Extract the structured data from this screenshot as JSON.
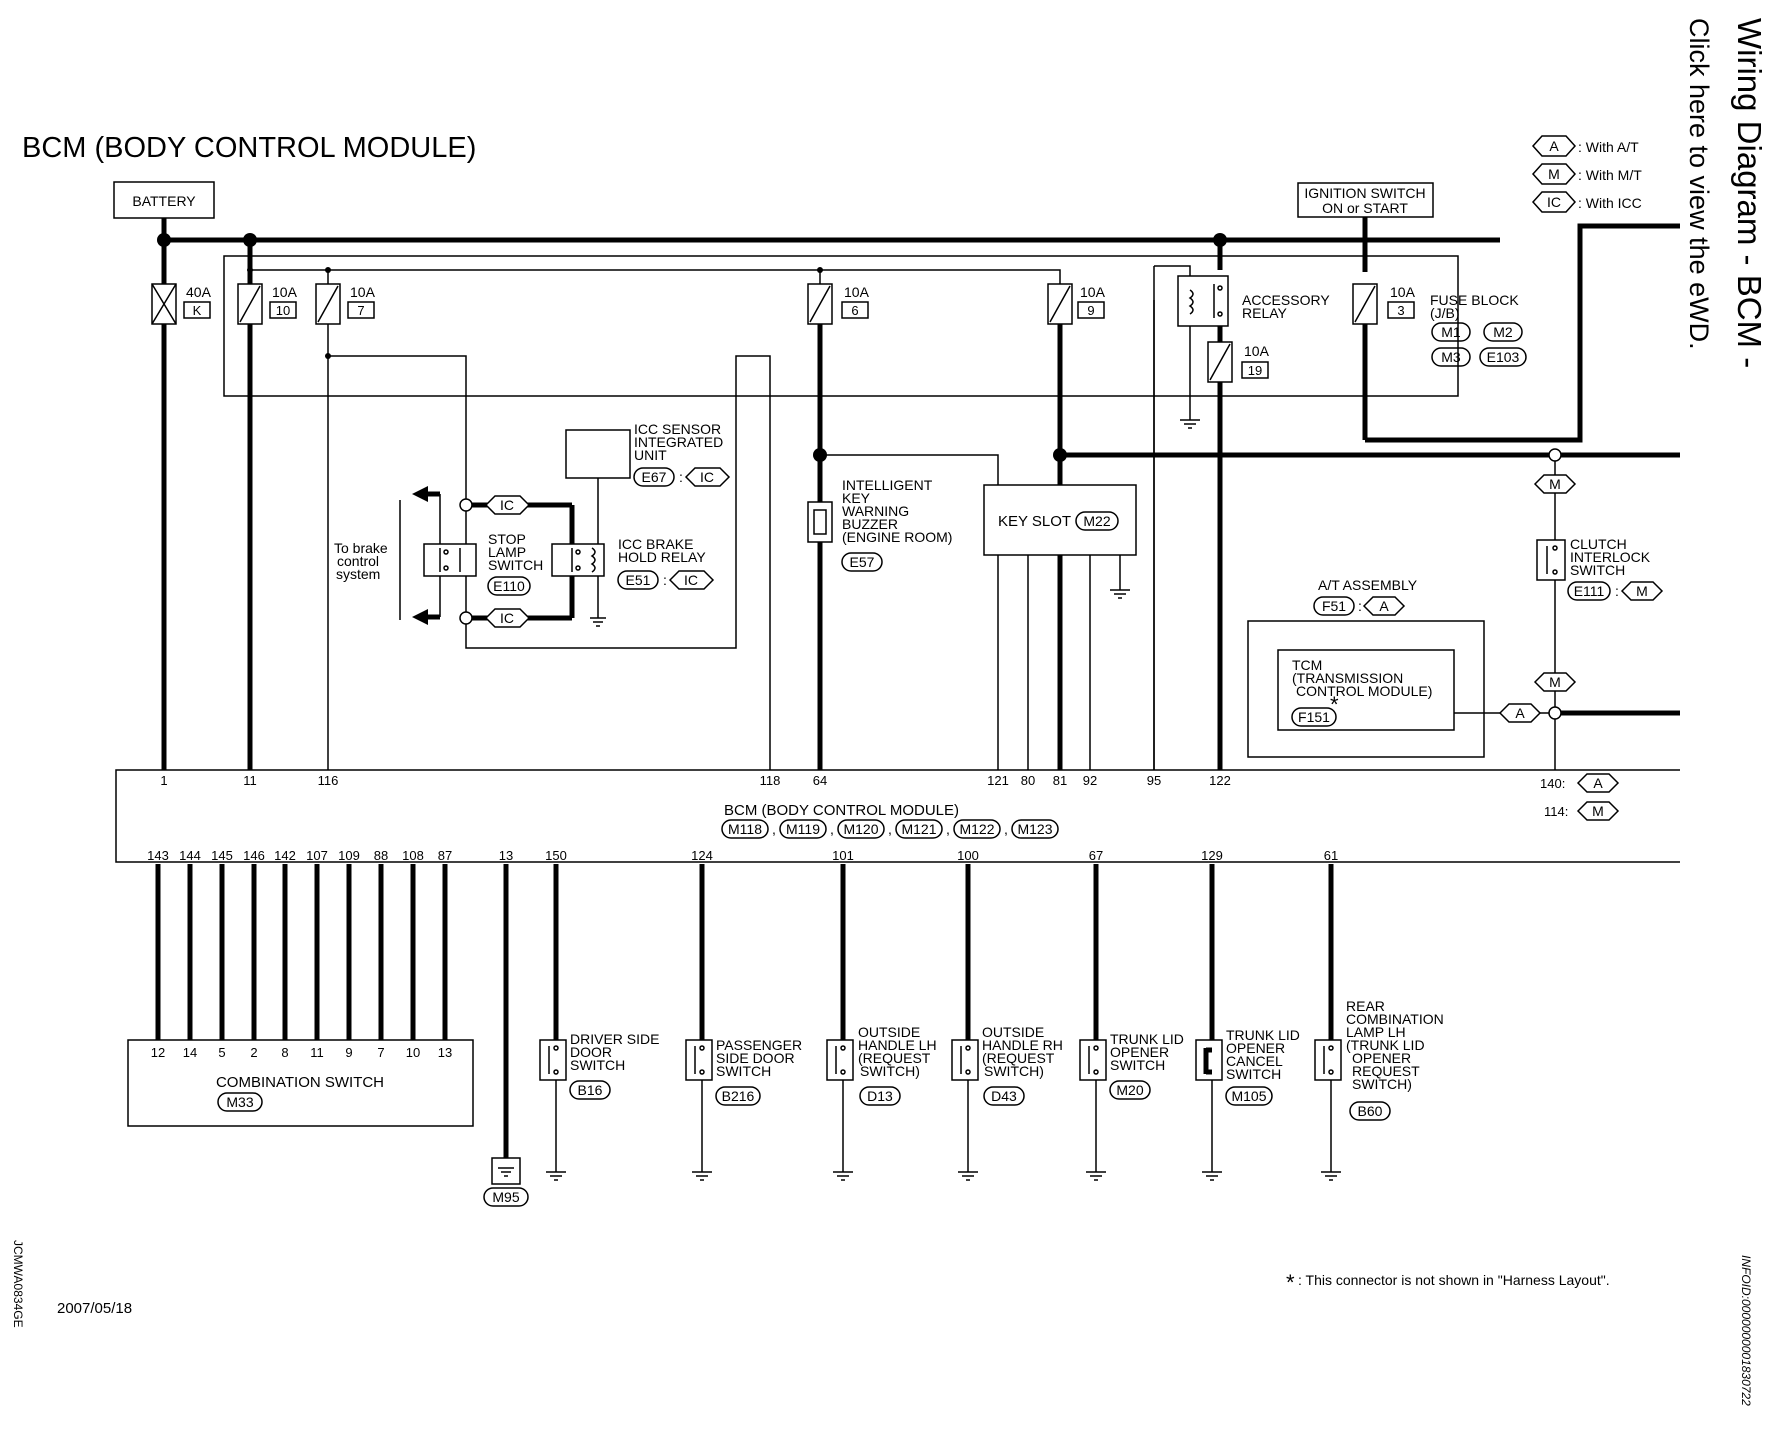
{
  "header": {
    "title": "BCM (BODY CONTROL MODULE)",
    "side_title": "Wiring Diagram - BCM -",
    "side_link": "Click here to view the eWD.",
    "infoid": "INFOID:0000000001830722",
    "left_code": "JCMWA0834GE",
    "date": "2007/05/18"
  },
  "legend": [
    {
      "tag": "A",
      "text": ": With A/T"
    },
    {
      "tag": "M",
      "text": ": With M/T"
    },
    {
      "tag": "IC",
      "text": ": With ICC"
    }
  ],
  "power": {
    "battery": "BATTERY",
    "ignition": [
      "IGNITION SWITCH",
      "ON or START"
    ]
  },
  "fuses": [
    {
      "amp": "40A",
      "id": "K"
    },
    {
      "amp": "10A",
      "id": "10"
    },
    {
      "amp": "10A",
      "id": "7"
    },
    {
      "amp": "10A",
      "id": "6"
    },
    {
      "amp": "10A",
      "id": "9"
    },
    {
      "amp": "10A",
      "id": "19"
    },
    {
      "amp": "10A",
      "id": "3"
    }
  ],
  "fuse_block": {
    "label": [
      "FUSE BLOCK",
      "(J/B)"
    ],
    "connectors": [
      "M1",
      "M2",
      "M3",
      "E103"
    ],
    "relay": [
      "ACCESSORY",
      "RELAY"
    ]
  },
  "components": {
    "icc_sensor": {
      "lines": [
        "ICC SENSOR",
        "INTEGRATED",
        "UNIT"
      ],
      "conn": "E67",
      "tag": "IC"
    },
    "stop_lamp": {
      "lines": [
        "STOP",
        "LAMP",
        "SWITCH"
      ],
      "conn": "E110",
      "tags": [
        "IC",
        "IC"
      ]
    },
    "icc_brake": {
      "lines": [
        "ICC BRAKE",
        "HOLD RELAY"
      ],
      "conn": "E51",
      "tag": "IC"
    },
    "brake_note": [
      "To brake",
      "control",
      "system"
    ],
    "buzzer": {
      "lines": [
        "INTELLIGENT",
        "KEY",
        "WARNING",
        "BUZZER",
        "(ENGINE ROOM)"
      ],
      "conn": "E57"
    },
    "key_slot": {
      "label": "KEY SLOT",
      "conn": "M22"
    },
    "clutch": {
      "lines": [
        "CLUTCH",
        "INTERLOCK",
        "SWITCH"
      ],
      "conn": "E111",
      "tag": "M",
      "tags": [
        "M",
        "M"
      ]
    },
    "at_assembly": {
      "label": "A/T ASSEMBLY",
      "conn": "F51",
      "tag": "A"
    },
    "tcm": {
      "lines": [
        "TCM",
        "(TRANSMISSION",
        "CONTROL MODULE)"
      ],
      "conn": "F151",
      "star": "*",
      "tag": "A"
    }
  },
  "bcm": {
    "label": "BCM (BODY CONTROL MODULE)",
    "connectors": [
      "M118",
      "M119",
      "M120",
      "M121",
      "M122",
      "M123"
    ],
    "top_pins": [
      "1",
      "11",
      "116",
      "118",
      "64",
      "121",
      "80",
      "81",
      "92",
      "95",
      "122"
    ],
    "bottom_pins": [
      "143",
      "144",
      "145",
      "146",
      "142",
      "107",
      "109",
      "88",
      "108",
      "87",
      "13",
      "150",
      "124",
      "101",
      "100",
      "67",
      "129",
      "61"
    ],
    "right_pins": [
      {
        "pin": "140:",
        "tag": "A"
      },
      {
        "pin": "114:",
        "tag": "M"
      }
    ]
  },
  "combination_switch": {
    "label": "COMBINATION SWITCH",
    "conn": "M33",
    "pins": [
      "12",
      "14",
      "5",
      "2",
      "8",
      "11",
      "9",
      "7",
      "10",
      "13"
    ]
  },
  "ground": {
    "conn": "M95"
  },
  "switches": [
    {
      "lines": [
        "DRIVER SIDE",
        "DOOR",
        "SWITCH"
      ],
      "conn": "B16"
    },
    {
      "lines": [
        "PASSENGER",
        "SIDE DOOR",
        "SWITCH"
      ],
      "conn": "B216"
    },
    {
      "lines": [
        "OUTSIDE",
        "HANDLE LH",
        "(REQUEST",
        "SWITCH)"
      ],
      "conn": "D13"
    },
    {
      "lines": [
        "OUTSIDE",
        "HANDLE RH",
        "(REQUEST",
        "SWITCH)"
      ],
      "conn": "D43"
    },
    {
      "lines": [
        "TRUNK LID",
        "OPENER",
        "SWITCH"
      ],
      "conn": "M20"
    },
    {
      "lines": [
        "TRUNK LID",
        "OPENER",
        "CANCEL",
        "SWITCH"
      ],
      "conn": "M105"
    },
    {
      "lines": [
        "REAR",
        "COMBINATION",
        "LAMP LH",
        "(TRUNK LID",
        "OPENER",
        "REQUEST",
        "SWITCH)"
      ],
      "conn": "B60"
    }
  ],
  "footnote": {
    "star": "*",
    "text": ": This connector is not shown in \"Harness Layout\"."
  }
}
